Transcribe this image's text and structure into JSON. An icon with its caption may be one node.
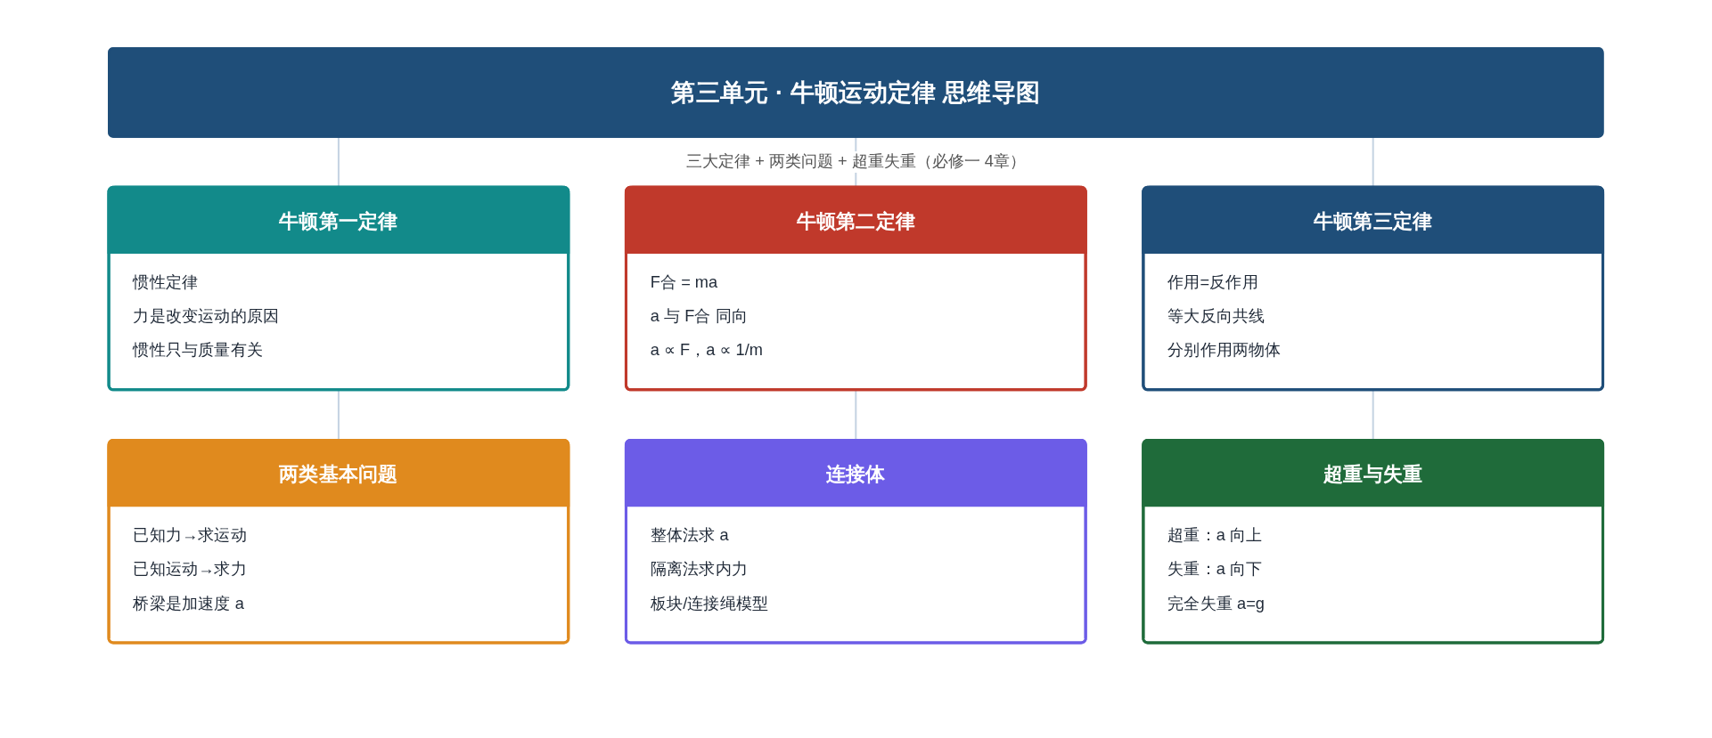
{
  "diagram": {
    "nodes": [
      {
        "text": [
          "第三单元 · 牛顿运动定律 思维导图"
        ],
        "beside": [
          "三大定律 + 两类问题 + 超重失重（必修一 4章）"
        ]
      },
      {
        "text": [
          "牛顿第一定律",
          "惯性定律",
          "力是改变运动的原因",
          "惯性只与质量有关"
        ]
      },
      {
        "text": [
          "牛顿第二定律",
          "F合 = ma",
          "a 与 F合 同向",
          "a ∝ F，a ∝ 1/m"
        ]
      },
      {
        "text": [
          "牛顿第三定律",
          "作用=反作用",
          "等大反向共线",
          "分别作用两物体"
        ]
      },
      {
        "text": [
          "两类基本问题",
          "已知力→求运动",
          "已知运动→求力",
          "桥梁是加速度 a"
        ]
      },
      {
        "text": [
          "连接体",
          "整体法求 a",
          "隔离法求内力",
          "板块/连接绳模型"
        ]
      },
      {
        "text": [
          "超重与失重",
          "超重：a 向上",
          "失重：a 向下",
          "完全失重 a=g"
        ]
      }
    ],
    "edges": [
      {
        "from": 0,
        "to": 1,
        "arrow": "none"
      },
      {
        "from": 0,
        "to": 2,
        "arrow": "none"
      },
      {
        "from": 0,
        "to": 3,
        "arrow": "none"
      },
      {
        "from": 1,
        "to": 4,
        "arrow": "none"
      },
      {
        "from": 2,
        "to": 5,
        "arrow": "none"
      },
      {
        "from": 3,
        "to": 6,
        "arrow": "none"
      }
    ]
  }
}
